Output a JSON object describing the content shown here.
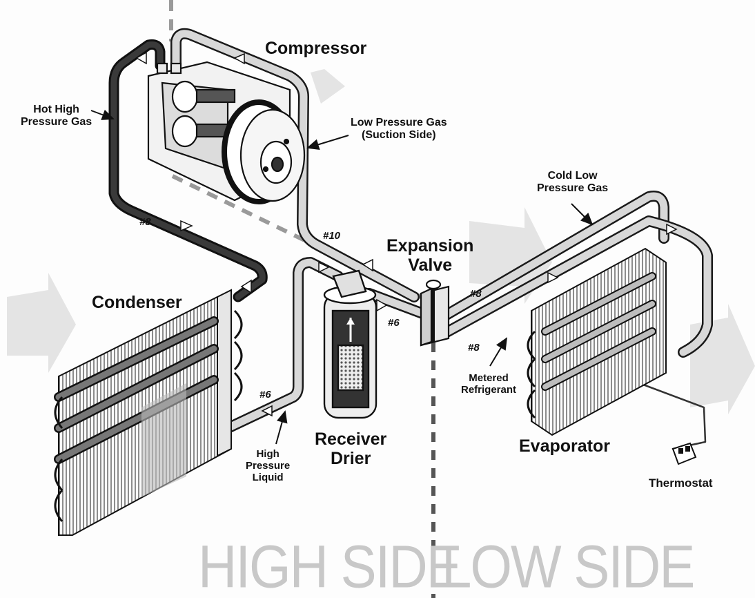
{
  "labels": {
    "compressor": "Compressor",
    "hot_high_pressure_gas": [
      "Hot High",
      "Pressure Gas"
    ],
    "low_pressure_gas": [
      "Low Pressure Gas",
      "(Suction Side)"
    ],
    "cold_low_pressure_gas": [
      "Cold Low",
      "Pressure Gas"
    ],
    "expansion_valve": [
      "Expansion",
      "Valve"
    ],
    "condenser": "Condenser",
    "receiver_drier": [
      "Receiver",
      "Drier"
    ],
    "high_pressure_liquid": [
      "High",
      "Pressure",
      "Liquid"
    ],
    "metered_refrigerant": [
      "Metered",
      "Refrigerant"
    ],
    "evaporator": "Evaporator",
    "thermostat": "Thermostat",
    "high_side": "HIGH SIDE",
    "low_side": "LOW SIDE"
  },
  "line_sizes": {
    "hot_gas_line": "#8",
    "suction_line": "#10",
    "drier_outlet": "#6",
    "liquid_line": "#6",
    "evap_inlet": "#8",
    "evap_outlet": "#8"
  },
  "colors": {
    "hot_line": "#2e2e2e",
    "cold_line": "#d2d2d2",
    "outline": "#1a1a1a",
    "divider": "#9a9a9a",
    "side_text": "#c8c8c8"
  }
}
